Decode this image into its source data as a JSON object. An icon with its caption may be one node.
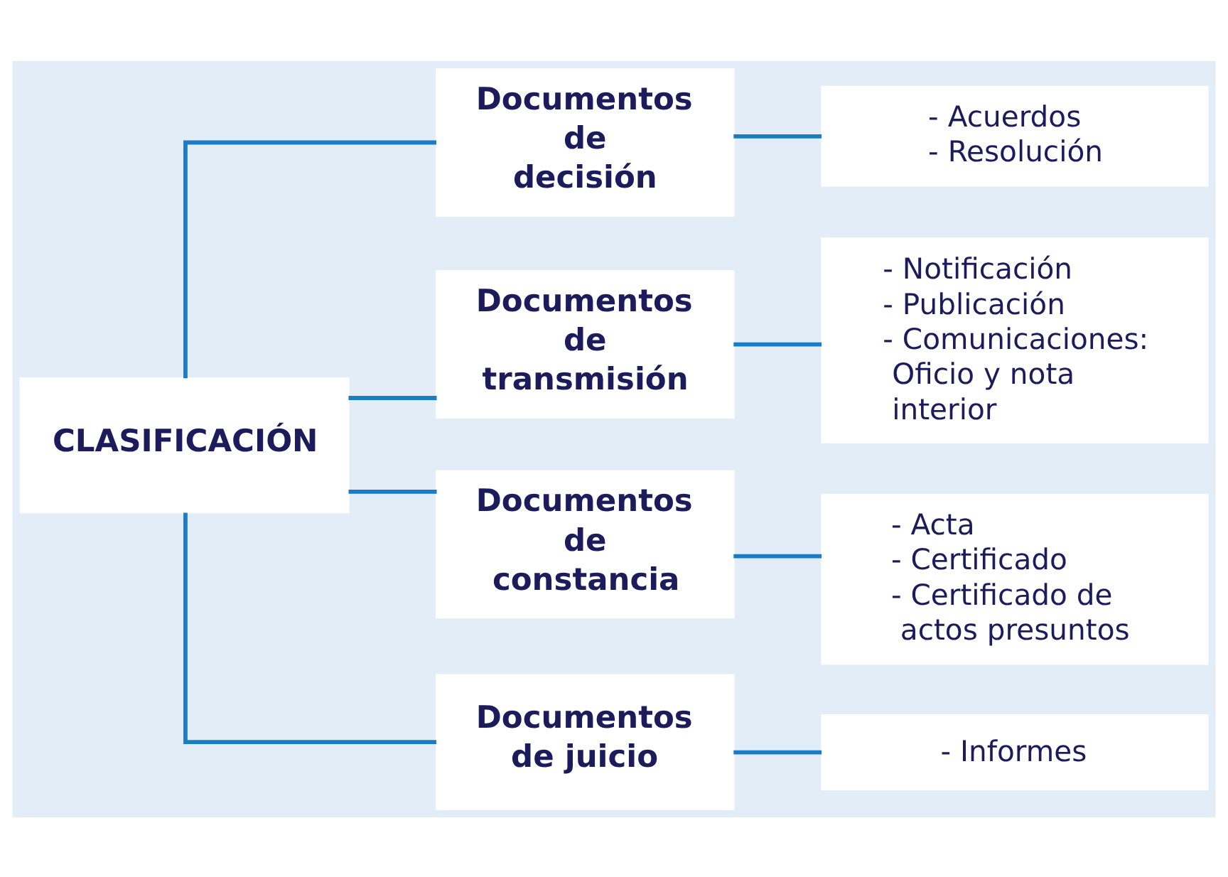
{
  "diagram": {
    "nodes": [
      {
        "text": [
          "CLASIFICACIÓN"
        ]
      },
      {
        "text": [
          "Documentos de decisión"
        ]
      },
      {
        "text": [
          "- Acuerdos",
          "- Resolución"
        ]
      },
      {
        "text": [
          "Documentos de transmisión"
        ]
      },
      {
        "text": [
          "- Notificación",
          "- Publicación",
          "- Comunicaciones: Oficio y nota interior"
        ]
      },
      {
        "text": [
          "Documentos de constancia"
        ]
      },
      {
        "text": [
          "- Acta",
          "- Certificado",
          "- Certificado de actos presuntos"
        ]
      },
      {
        "text": [
          "Documentos de juicio"
        ]
      },
      {
        "text": [
          "- Informes"
        ]
      }
    ],
    "edges": [
      {
        "from": 0,
        "to": 1,
        "arrow": "none"
      },
      {
        "from": 0,
        "to": 3,
        "arrow": "none"
      },
      {
        "from": 0,
        "to": 5,
        "arrow": "none"
      },
      {
        "from": 0,
        "to": 7,
        "arrow": "none"
      },
      {
        "from": 1,
        "to": 2,
        "arrow": "none"
      },
      {
        "from": 3,
        "to": 4,
        "arrow": "none"
      },
      {
        "from": 5,
        "to": 6,
        "arrow": "none"
      },
      {
        "from": 7,
        "to": 8,
        "arrow": "none"
      }
    ]
  }
}
